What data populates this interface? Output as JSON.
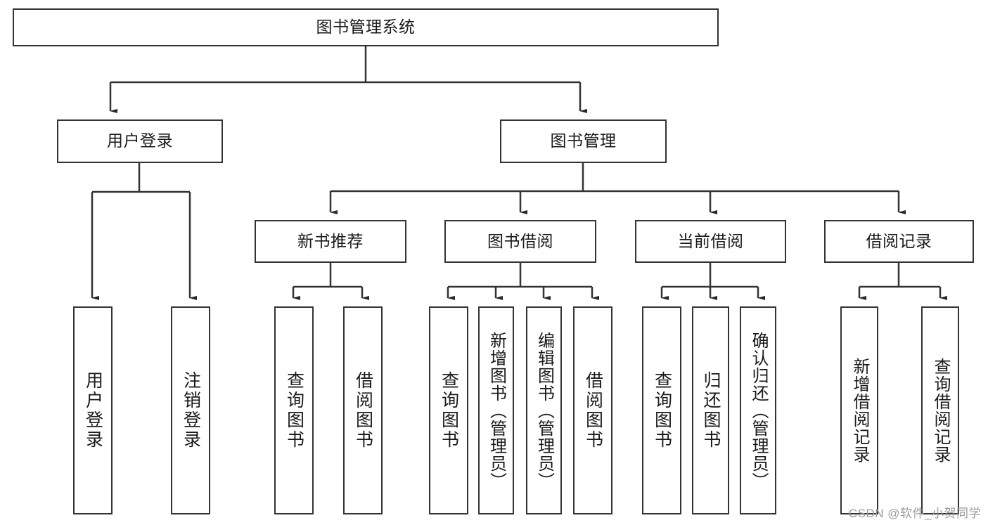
{
  "diagram": {
    "title": "图书管理系统",
    "type": "tree-hierarchy-diagram",
    "root": {
      "label": "图书管理系统"
    },
    "level2": [
      {
        "label": "用户登录"
      },
      {
        "label": "图书管理"
      }
    ],
    "level3": [
      {
        "label": "新书推荐"
      },
      {
        "label": "图书借阅"
      },
      {
        "label": "当前借阅"
      },
      {
        "label": "借阅记录"
      }
    ],
    "leaves": [
      {
        "label": "用户登录"
      },
      {
        "label": "注销登录"
      },
      {
        "label": "查询图书"
      },
      {
        "label": "借阅图书"
      },
      {
        "label": "查询图书"
      },
      {
        "label": "新增图书（管理员）"
      },
      {
        "label": "编辑图书（管理员）"
      },
      {
        "label": "借阅图书"
      },
      {
        "label": "查询图书"
      },
      {
        "label": "归还图书"
      },
      {
        "label": "确认归还（管理员）"
      },
      {
        "label": "新增借阅记录"
      },
      {
        "label": "查询借阅记录"
      }
    ]
  },
  "watermark": {
    "text": "CSDN @软件_小贺同学"
  },
  "colors": {
    "stroke": "#333333",
    "background": "#ffffff",
    "text": "#1a1a1a",
    "watermark": "#9a9a9a"
  }
}
